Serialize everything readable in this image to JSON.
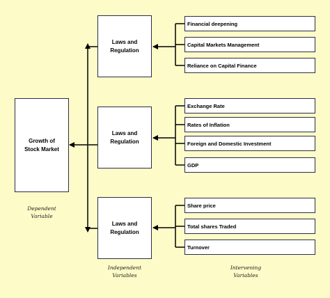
{
  "dependent": {
    "label": "Growth of\nStock Market"
  },
  "independent": [
    {
      "label": "Laws and\nRegulation"
    },
    {
      "label": "Laws and\nRegulation"
    },
    {
      "label": "Laws and\nRegulation"
    }
  ],
  "intervening_groups": [
    [
      "Financial deepening",
      "Capital Markets Management",
      "Reliance on Capital Finance"
    ],
    [
      "Exchange Rate",
      "Rates of Inflation",
      "Foreign and Domestic Investment",
      "GDP"
    ],
    [
      "Share price",
      "Total shares Traded",
      "Turnover"
    ]
  ],
  "captions": {
    "dependent": "Dependent\nVariable",
    "independent": "Independent\nVariables",
    "intervening": "Intervening\nVariables"
  },
  "colors": {
    "background": "#fdfbc7",
    "stroke": "#2b2b4a"
  }
}
